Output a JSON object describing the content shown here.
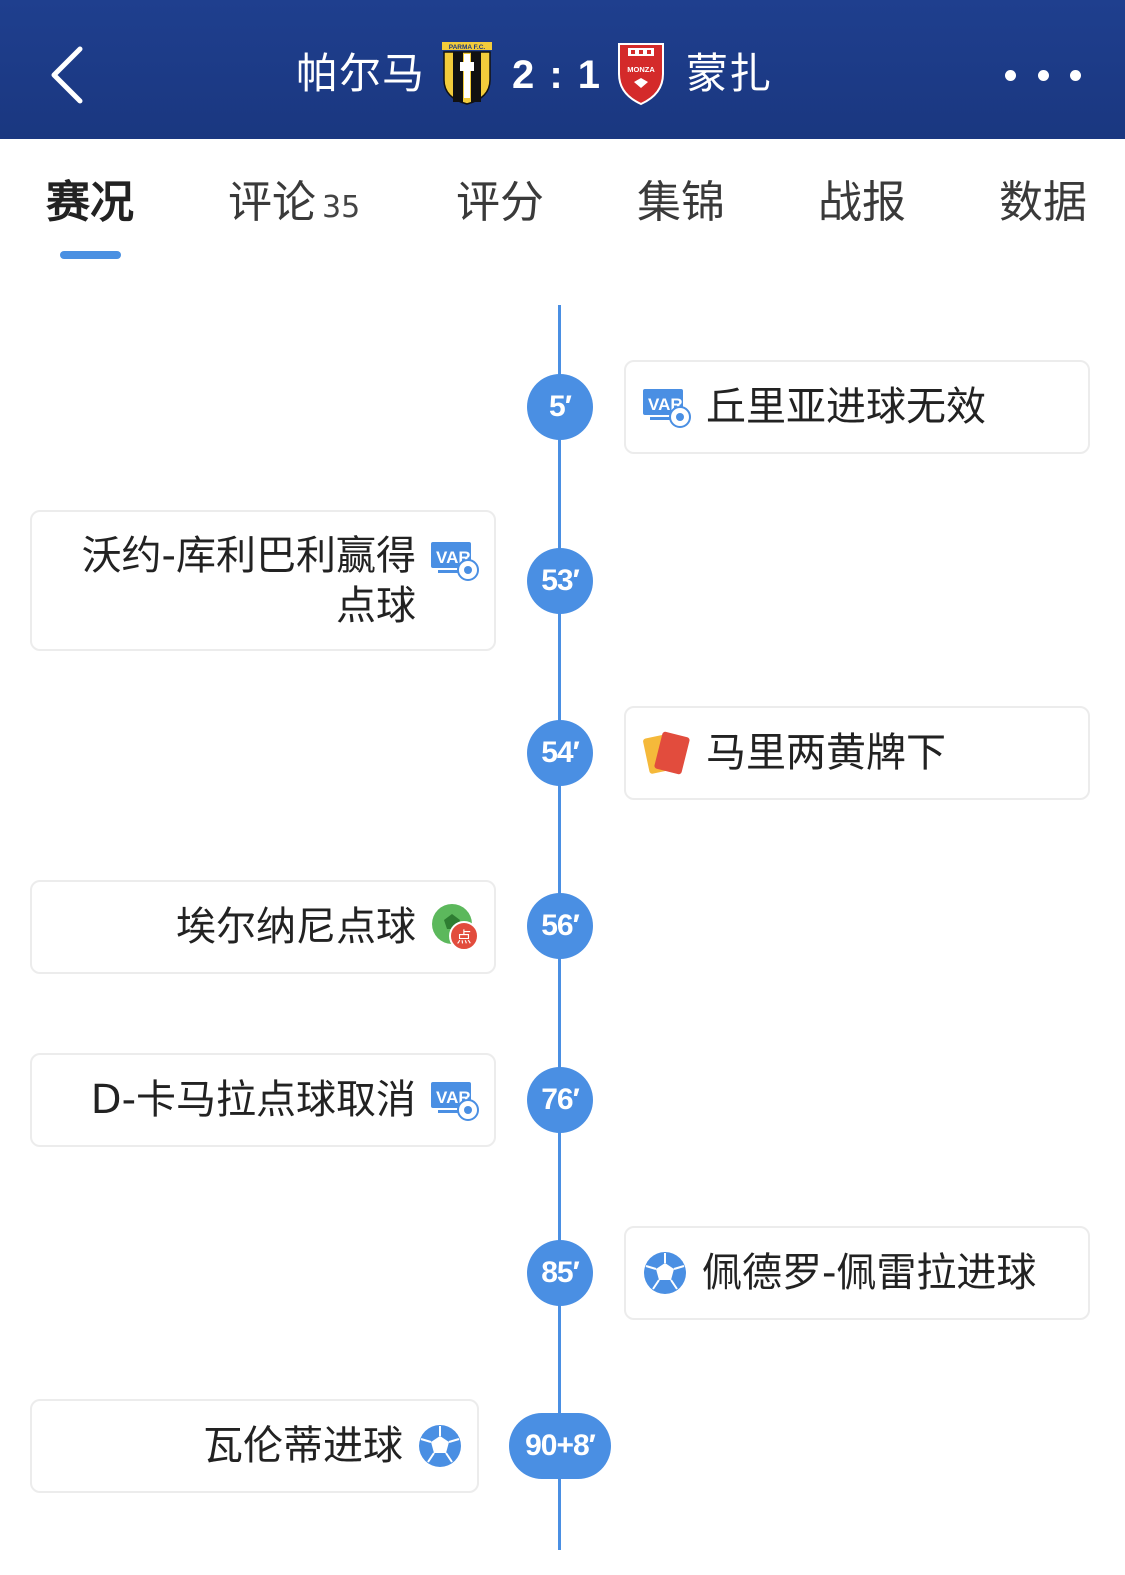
{
  "header": {
    "home_team": "帕尔马",
    "away_team": "蒙扎",
    "score": "2 : 1",
    "home_logo_text": "PARMA F.C.",
    "away_logo_text": "MONZA"
  },
  "tabs": [
    {
      "label": "赛况",
      "active": true
    },
    {
      "label": "评论",
      "badge": "35"
    },
    {
      "label": "评分"
    },
    {
      "label": "集锦"
    },
    {
      "label": "战报"
    },
    {
      "label": "数据"
    }
  ],
  "events": [
    {
      "minute": "5′",
      "side": "right",
      "icon": "var-icon",
      "text": "丘里亚进球无效"
    },
    {
      "minute": "53′",
      "side": "left",
      "icon": "var-icon",
      "text_line1": "沃约-库利巴利赢得",
      "text_line2": "点球"
    },
    {
      "minute": "54′",
      "side": "right",
      "icon": "two-yellow-red-card-icon",
      "text": "马里两黄牌下"
    },
    {
      "minute": "56′",
      "side": "left",
      "icon": "penalty-goal-icon",
      "text": "埃尔纳尼点球",
      "icon_label": "点"
    },
    {
      "minute": "76′",
      "side": "left",
      "icon": "var-icon",
      "text": "D-卡马拉点球取消"
    },
    {
      "minute": "85′",
      "side": "right",
      "icon": "goal-ball-icon",
      "text": "佩德罗-佩雷拉进球"
    },
    {
      "minute": "90+8′",
      "side": "left",
      "icon": "goal-ball-icon",
      "text": "瓦伦蒂进球"
    }
  ],
  "icon_text": {
    "var": "VAR"
  },
  "colors": {
    "header_bg": "#1f3f8e",
    "accent": "#4a8fe3",
    "penalty_red": "#e24c3d",
    "penalty_green": "#5cb85c"
  }
}
